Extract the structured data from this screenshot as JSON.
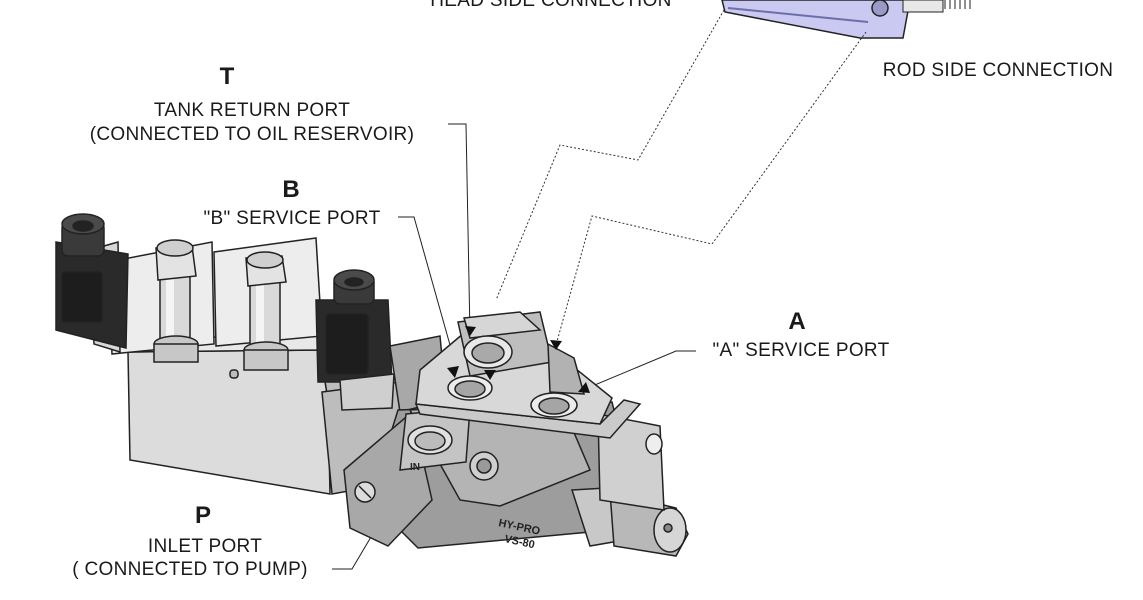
{
  "labels": {
    "head_side": "HEAD SIDE CONNECTION",
    "rod_side": "ROD SIDE CONNECTION",
    "t_letter": "T",
    "t_line1": "TANK RETURN PORT",
    "t_line2": "(CONNECTED TO OIL RESERVOIR)",
    "b_letter": "B",
    "b_text": "\"B\" SERVICE PORT",
    "a_letter": "A",
    "a_text": "\"A\" SERVICE PORT",
    "p_letter": "P",
    "p_line1": "INLET PORT",
    "p_line2": "( CONNECTED TO PUMP)"
  },
  "part_markings": {
    "brand": "HY-PRO",
    "model": "VS-80",
    "inlet_mark": "IN"
  },
  "colors": {
    "background": "#ffffff",
    "metal_light": "#dcdcdc",
    "metal_mid": "#bdbdbd",
    "metal_dark": "#8e8e8e",
    "solenoid_body": "#2a2a2a",
    "cylinder_tint": "#c9c9f2",
    "line": "#222222"
  }
}
